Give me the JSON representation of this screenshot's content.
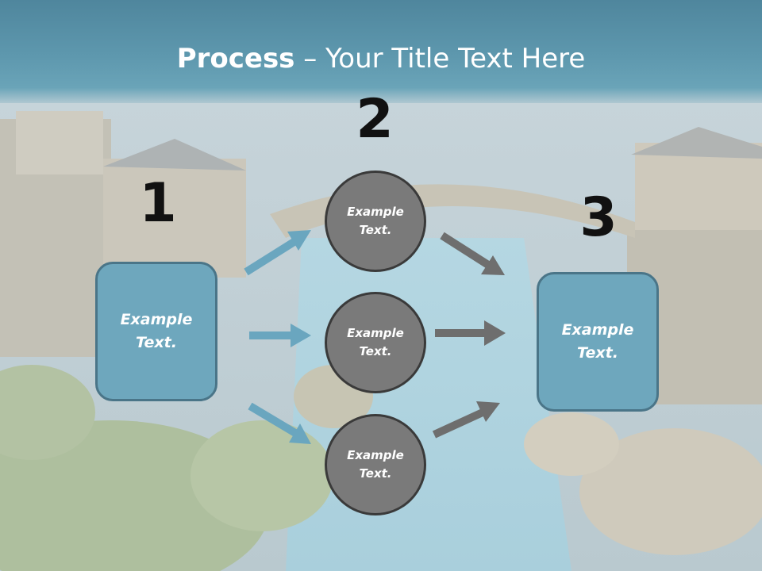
{
  "title": {
    "bold": "Process",
    "rest": " – Your Title Text Here"
  },
  "steps": {
    "one": "1",
    "two": "2",
    "three": "3"
  },
  "left_box": {
    "line1": "Example",
    "line2": "Text."
  },
  "right_box": {
    "line1": "Example",
    "line2": "Text."
  },
  "circles": [
    {
      "line1": "Example",
      "line2": "Text."
    },
    {
      "line1": "Example",
      "line2": "Text."
    },
    {
      "line1": "Example",
      "line2": "Text."
    }
  ],
  "colors": {
    "box_fill": "#6ea7bd",
    "box_border": "#4a7588",
    "circle_fill": "#7a7a7a",
    "blue_arrow": "#6aa6bf",
    "gray_arrow": "#6e6e6e"
  }
}
